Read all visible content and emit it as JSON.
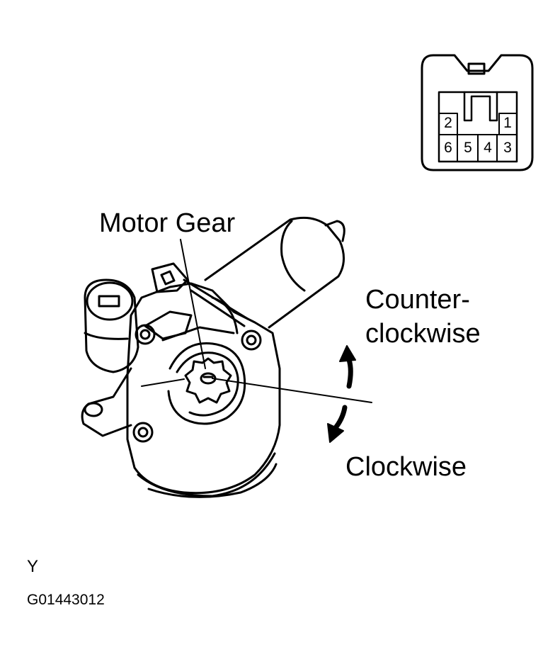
{
  "labels": {
    "motor_gear": "Motor Gear",
    "counter_clockwise_line1": "Counter-",
    "counter_clockwise_line2": "clockwise",
    "clockwise": "Clockwise",
    "view_letter": "Y",
    "figure_id": "G01443012"
  },
  "connector": {
    "pins": [
      "1",
      "2",
      "3",
      "4",
      "5",
      "6"
    ]
  }
}
